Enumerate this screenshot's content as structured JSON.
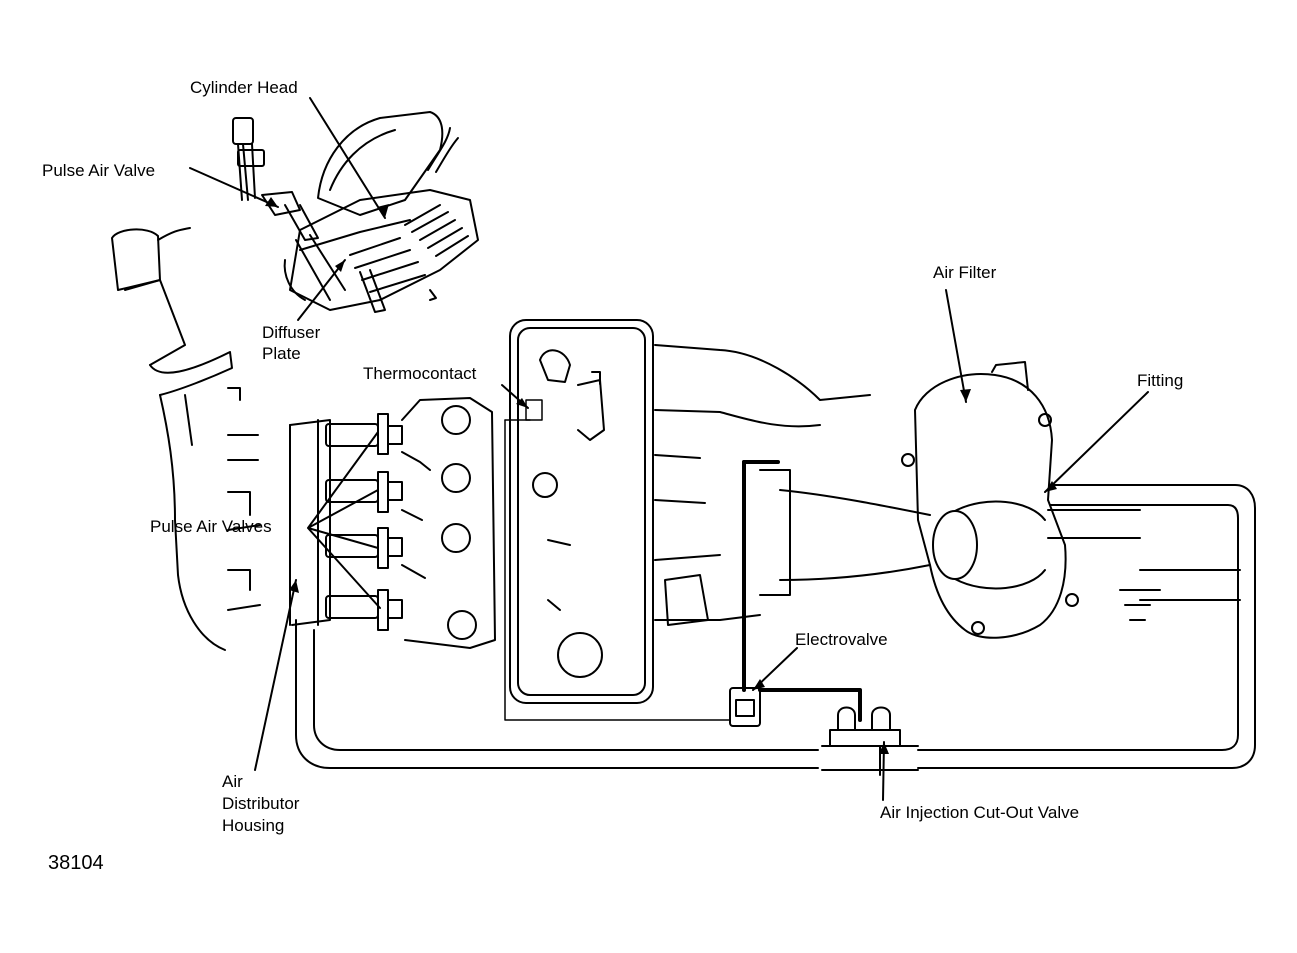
{
  "labels": {
    "cylinder_head": "Cylinder Head",
    "pulse_air_valve": "Pulse Air Valve",
    "diffuser_plate_1": "Diffuser",
    "diffuser_plate_2": "Plate",
    "thermocontact": "Thermocontact",
    "air_filter": "Air Filter",
    "fitting": "Fitting",
    "pulse_air_valves": "Pulse Air Valves",
    "electrovalve": "Electrovalve",
    "air_distributor_1": "Air",
    "air_distributor_2": "Distributor",
    "air_distributor_3": "Housing",
    "cutout_valve": "Air Injection Cut-Out Valve"
  },
  "figure_number": "38104",
  "colors": {
    "ink": "#000000",
    "paper": "#ffffff"
  }
}
